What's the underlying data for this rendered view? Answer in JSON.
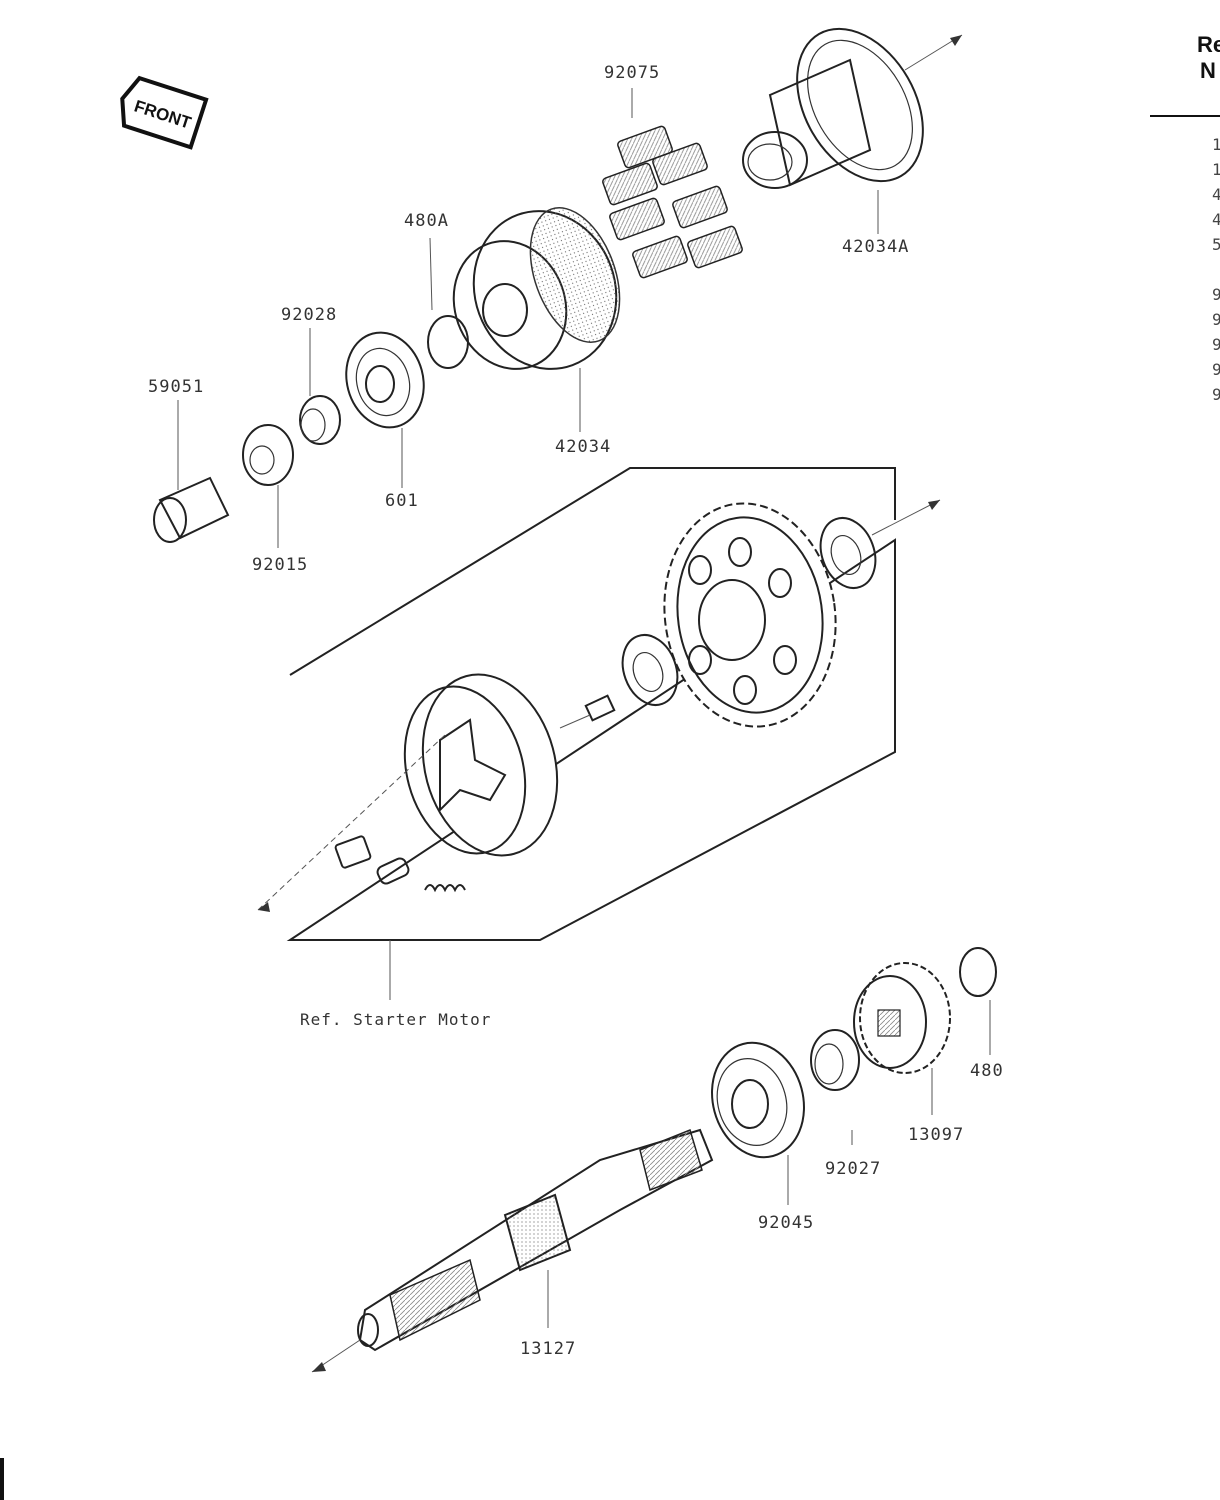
{
  "front_badge": "FRONT",
  "header_partial": {
    "line1": "Re",
    "line2": "N"
  },
  "ref_note": "Ref. Starter Motor",
  "part_labels": [
    {
      "id": "92075",
      "text": "92075"
    },
    {
      "id": "42034A",
      "text": "42034A"
    },
    {
      "id": "480A",
      "text": "480A"
    },
    {
      "id": "92028",
      "text": "92028"
    },
    {
      "id": "59051",
      "text": "59051"
    },
    {
      "id": "42034",
      "text": "42034"
    },
    {
      "id": "601",
      "text": "601"
    },
    {
      "id": "92015",
      "text": "92015"
    },
    {
      "id": "480",
      "text": "480"
    },
    {
      "id": "13097",
      "text": "13097"
    },
    {
      "id": "92027",
      "text": "92027"
    },
    {
      "id": "92045",
      "text": "92045"
    },
    {
      "id": "13127",
      "text": "13127"
    }
  ],
  "side_column_partial": [
    "1",
    "1",
    "4",
    "4",
    "5",
    "9",
    "9",
    "9",
    "9",
    "9"
  ]
}
